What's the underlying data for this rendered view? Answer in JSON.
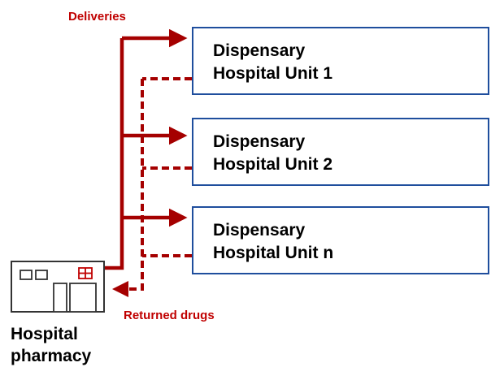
{
  "labels": {
    "deliveries": "Deliveries",
    "returned": "Returned drugs"
  },
  "units": [
    {
      "line1": "Dispensary",
      "line2": "Hospital Unit 1"
    },
    {
      "line1": "Dispensary",
      "line2": "Hospital Unit 2"
    },
    {
      "line1": "Dispensary",
      "line2": "Hospital Unit n"
    }
  ],
  "pharmacy": {
    "line1": "Hospital",
    "line2": "pharmacy"
  },
  "colors": {
    "arrow": "#a50000",
    "label": "#c00000",
    "box_border": "#1f4e9d",
    "building": "#333333"
  }
}
